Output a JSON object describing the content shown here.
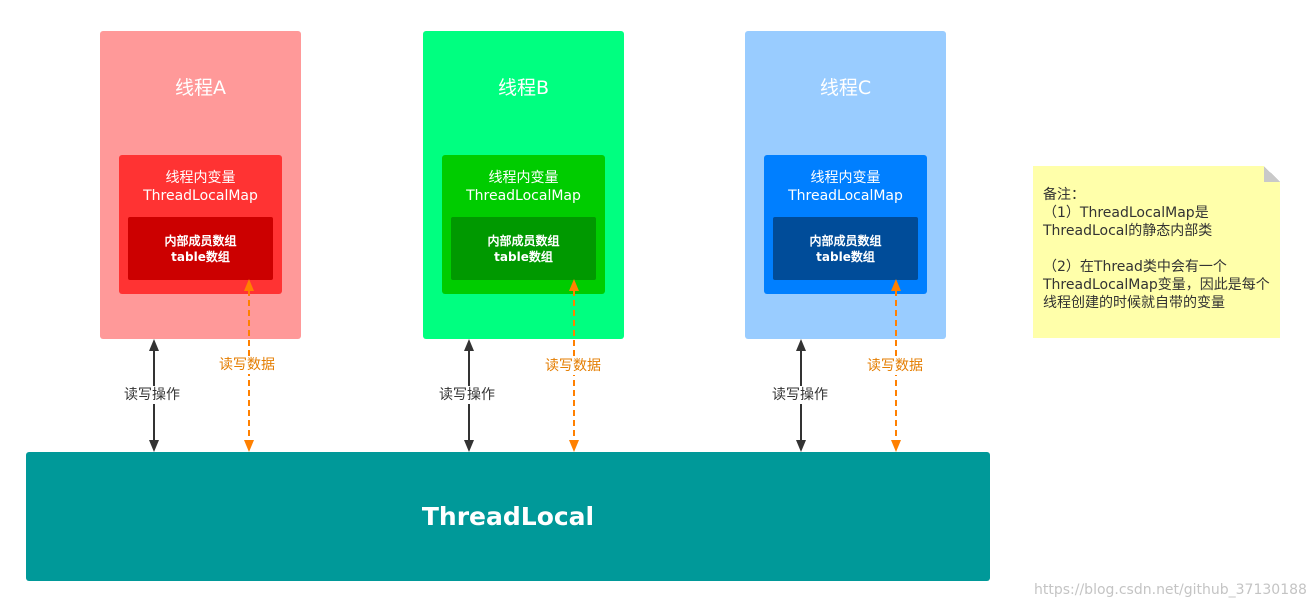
{
  "threads": [
    {
      "title": "线程A",
      "inner_line1": "线程内变量",
      "inner_line2": "ThreadLocalMap",
      "table_line1": "内部成员数组",
      "table_line2": "table数组",
      "colors": {
        "outer": "#ff9999",
        "inner": "#ff3333",
        "table": "#cc0000"
      }
    },
    {
      "title": "线程B",
      "inner_line1": "线程内变量",
      "inner_line2": "ThreadLocalMap",
      "table_line1": "内部成员数组",
      "table_line2": "table数组",
      "colors": {
        "outer": "#00ff80",
        "inner": "#00cc00",
        "table": "#009900"
      }
    },
    {
      "title": "线程C",
      "inner_line1": "线程内变量",
      "inner_line2": "ThreadLocalMap",
      "table_line1": "内部成员数组",
      "table_line2": "table数组",
      "colors": {
        "outer": "#99ccff",
        "inner": "#007fff",
        "table": "#004c99"
      }
    }
  ],
  "threadlocal_label": "ThreadLocal",
  "operation_label": "读写操作",
  "data_label": "读写数据",
  "note": {
    "lines": [
      "备注：",
      "（1）ThreadLocalMap是ThreadLocal的静态内部类",
      "",
      "（2）在Thread类中会有一个ThreadLocalMap变量，因此是每个线程创建的时候就自带的变量"
    ]
  },
  "watermark": "https://blog.csdn.net/github_37130188",
  "colors": {
    "threadlocal": "#009999",
    "note_bg": "#ffffaa",
    "solid_arrow": "#333333",
    "dashed_arrow": "#ff8000"
  }
}
